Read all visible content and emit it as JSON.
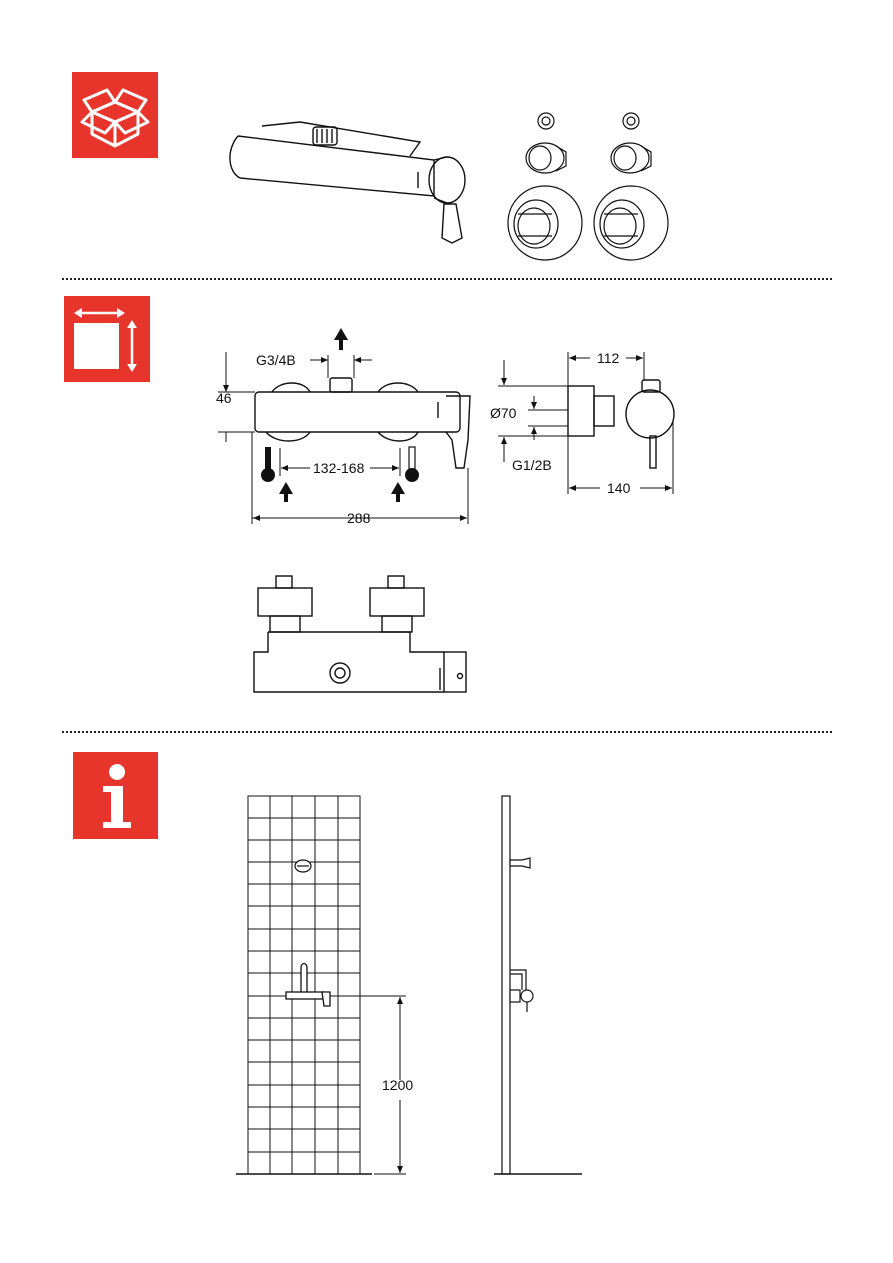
{
  "colors": {
    "badge_red": "#e8352b",
    "line": "#111111"
  },
  "icons": {
    "scope_of_delivery": "open-box-icon",
    "dimensions": "dimensions-icon",
    "information": "info-icon"
  },
  "dimensions": {
    "thread_top": "G3/4B",
    "height": "46",
    "inlet_spacing": "132-168",
    "total_width": "288",
    "depth_top": "112",
    "diameter": "Ø70",
    "thread_inlet": "G1/2B",
    "depth_bottom": "140"
  },
  "installation": {
    "mounting_height": "1200"
  }
}
